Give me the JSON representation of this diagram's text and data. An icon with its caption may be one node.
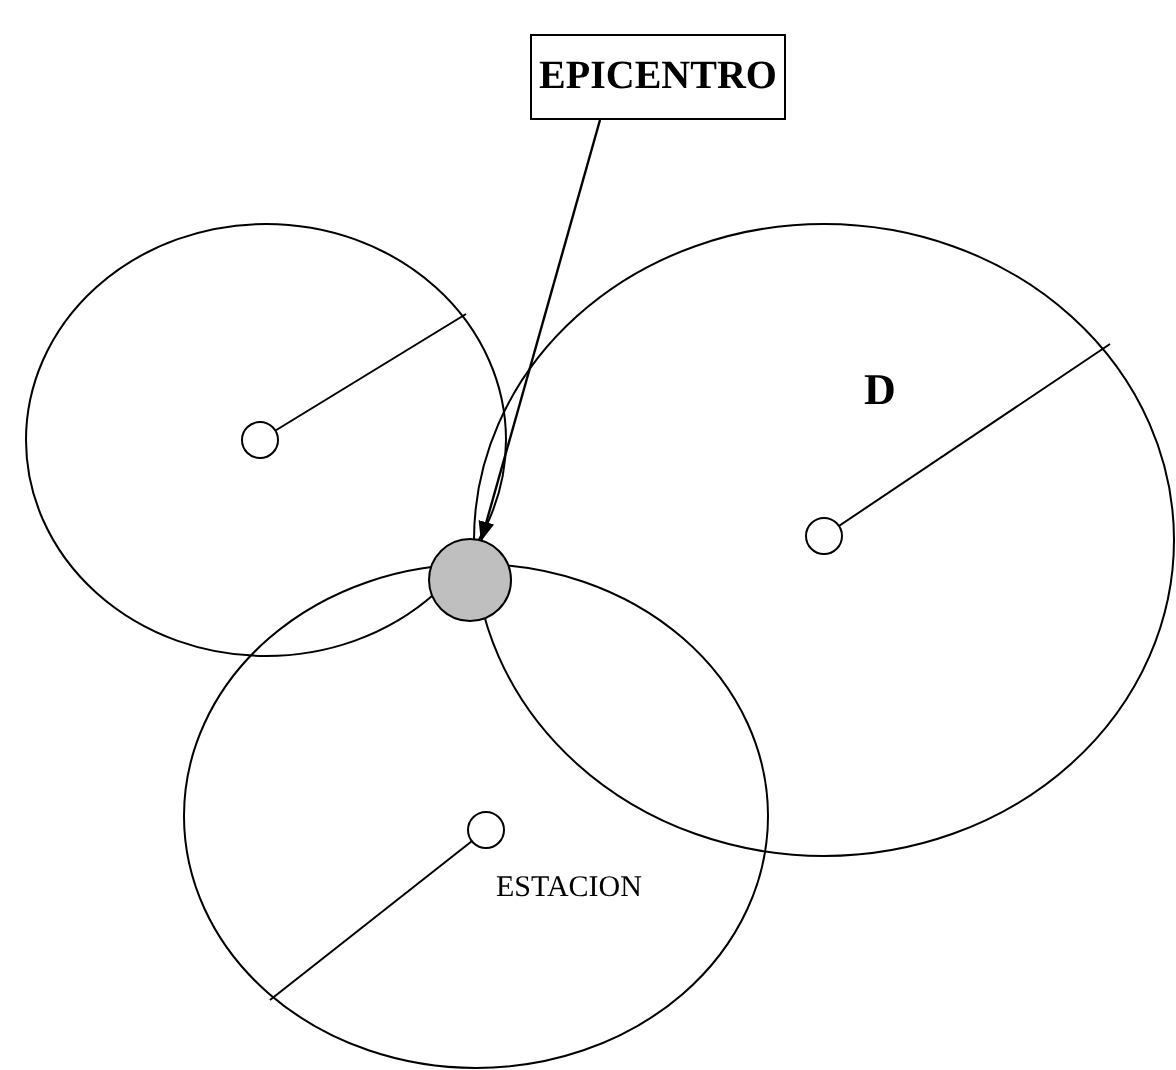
{
  "diagram": {
    "nodes": [
      {
        "text": [
          "EPICENTRO"
        ]
      },
      {
        "text": [],
        "shape": "circle"
      }
    ],
    "edges": [
      {
        "from": 0,
        "to": 1,
        "arrow": "to"
      }
    ],
    "labels": [
      "D",
      "ESTACION"
    ]
  }
}
